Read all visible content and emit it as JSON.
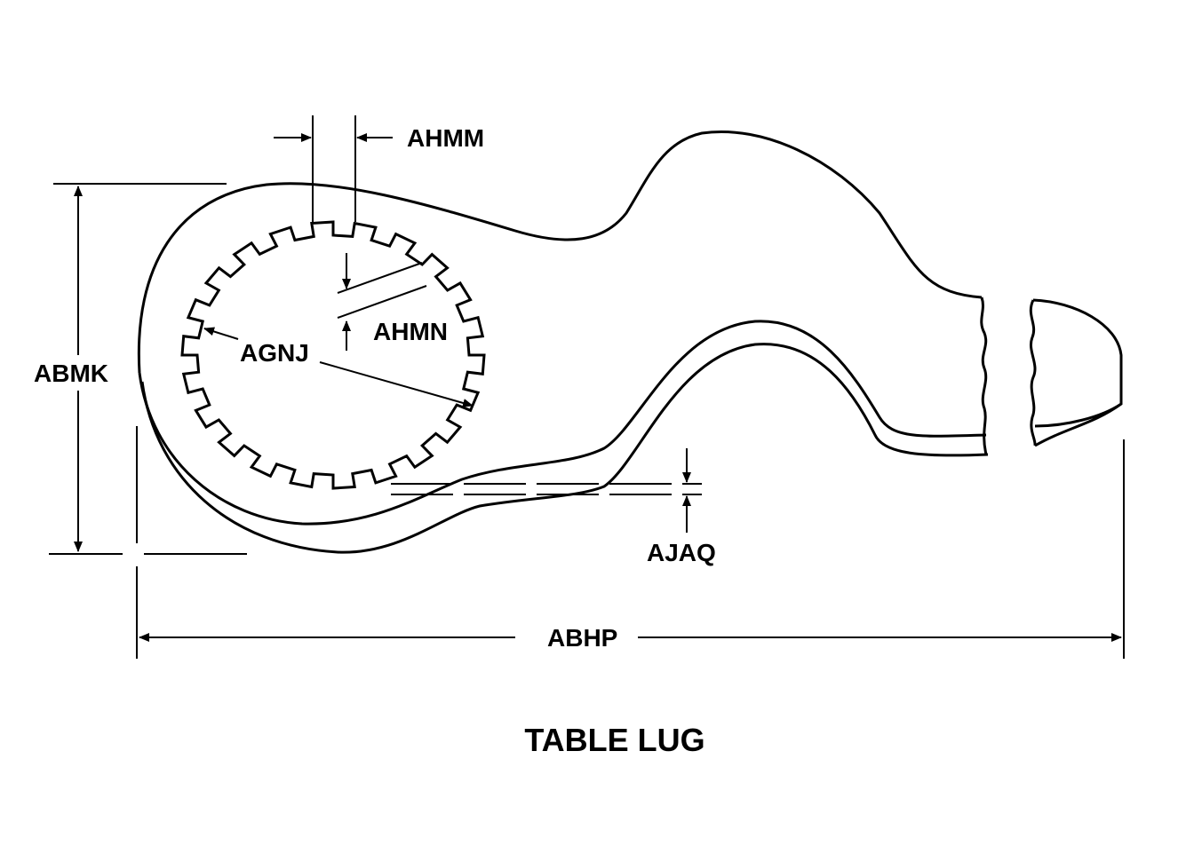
{
  "title": "TABLE LUG",
  "labels": {
    "ahmm": "AHMM",
    "ahmn": "AHMN",
    "agnj": "AGNJ",
    "abmk": "ABMK",
    "ajaq": "AJAQ",
    "abhp": "ABHP"
  },
  "colors": {
    "ink": "#000000",
    "background": "#ffffff"
  }
}
